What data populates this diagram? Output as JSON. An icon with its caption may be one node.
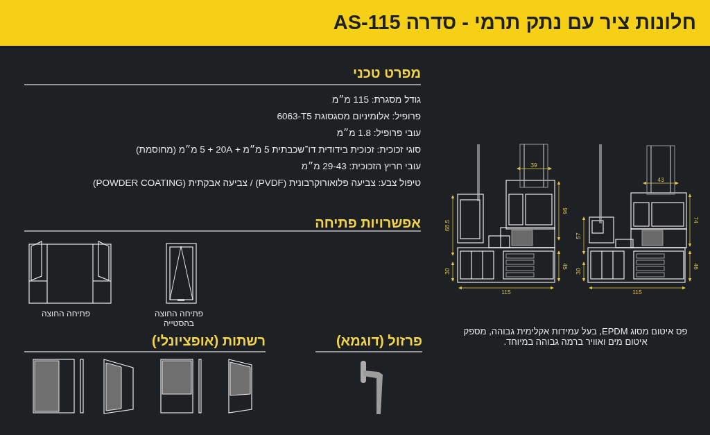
{
  "diagram": {
    "title": "חלונות ציר עם נתק תרמי - סדרה AS-115",
    "labels": [
      "מפרט טכני",
      "גודל מסגרת: 115 מ״מ",
      "פרופיל: אלומיניום מסגסוגת 6063-T5",
      "עובי פרופיל: 1.8 מ״מ",
      "סוגי זכוכית: זכוכית בידודית דו־שכבתית 5 מ״מ + 20A + 5 מ״מ (מחוסמת)",
      "עובי חריץ הזכוכית: 29-43 מ״מ",
      "טיפול צבע: צביעה פלואורוקרבונית (PVDF) / צביעה אבקתית (POWDER COATING)",
      "אפשרויות פתיחה",
      "פתיחה החוצה",
      "פתיחה החוצה בהסטייה",
      "רשתות (אופציונלי)",
      "פרזול (דוגמא)",
      "39",
      "96",
      "68.5",
      "30",
      "45",
      "115",
      "43",
      "74",
      "57",
      "30",
      "46",
      "115",
      "פס איטום מסוג EPDM, בעל עמידות אקלימית גבוהה, מספק איטום מים ואוויר ברמה גבוהה במיוחד."
    ]
  }
}
